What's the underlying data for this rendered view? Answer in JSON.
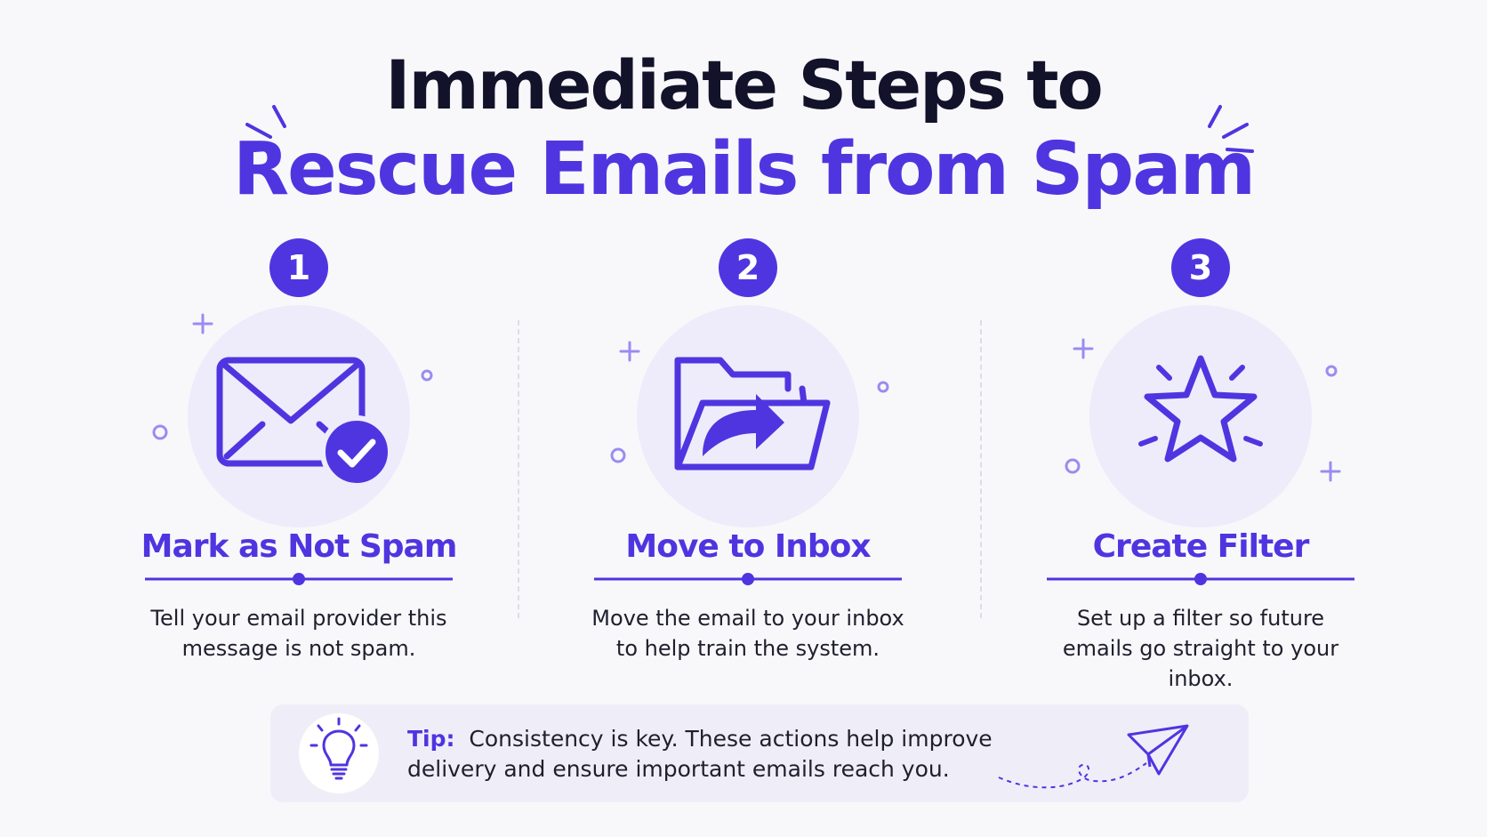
{
  "header": {
    "title_line_1": "Immediate Steps to",
    "title_line_2": "Rescue Emails from Spam"
  },
  "steps": [
    {
      "number": "1",
      "title": "Mark as Not Spam",
      "description": "Tell your email provider this message is not spam.",
      "icon": "envelope-check-icon"
    },
    {
      "number": "2",
      "title": "Move to Inbox",
      "description": "Move the email to your inbox to help train the system.",
      "icon": "folder-move-icon"
    },
    {
      "number": "3",
      "title": "Create Filter",
      "description": "Set up a filter so future emails go straight to your inbox.",
      "icon": "star-icon"
    }
  ],
  "tip": {
    "label": "Tip:",
    "text": "Consistency is key. These actions help improve delivery and ensure important emails reach you.",
    "icon": "lightbulb-icon",
    "decoration": "paper-plane-icon"
  },
  "colors": {
    "accent": "#4f35e0",
    "title_dark": "#12122a",
    "circle_bg": "#eeecfa",
    "tip_bg": "#efeef8",
    "page_bg": "#f8f8fb"
  }
}
